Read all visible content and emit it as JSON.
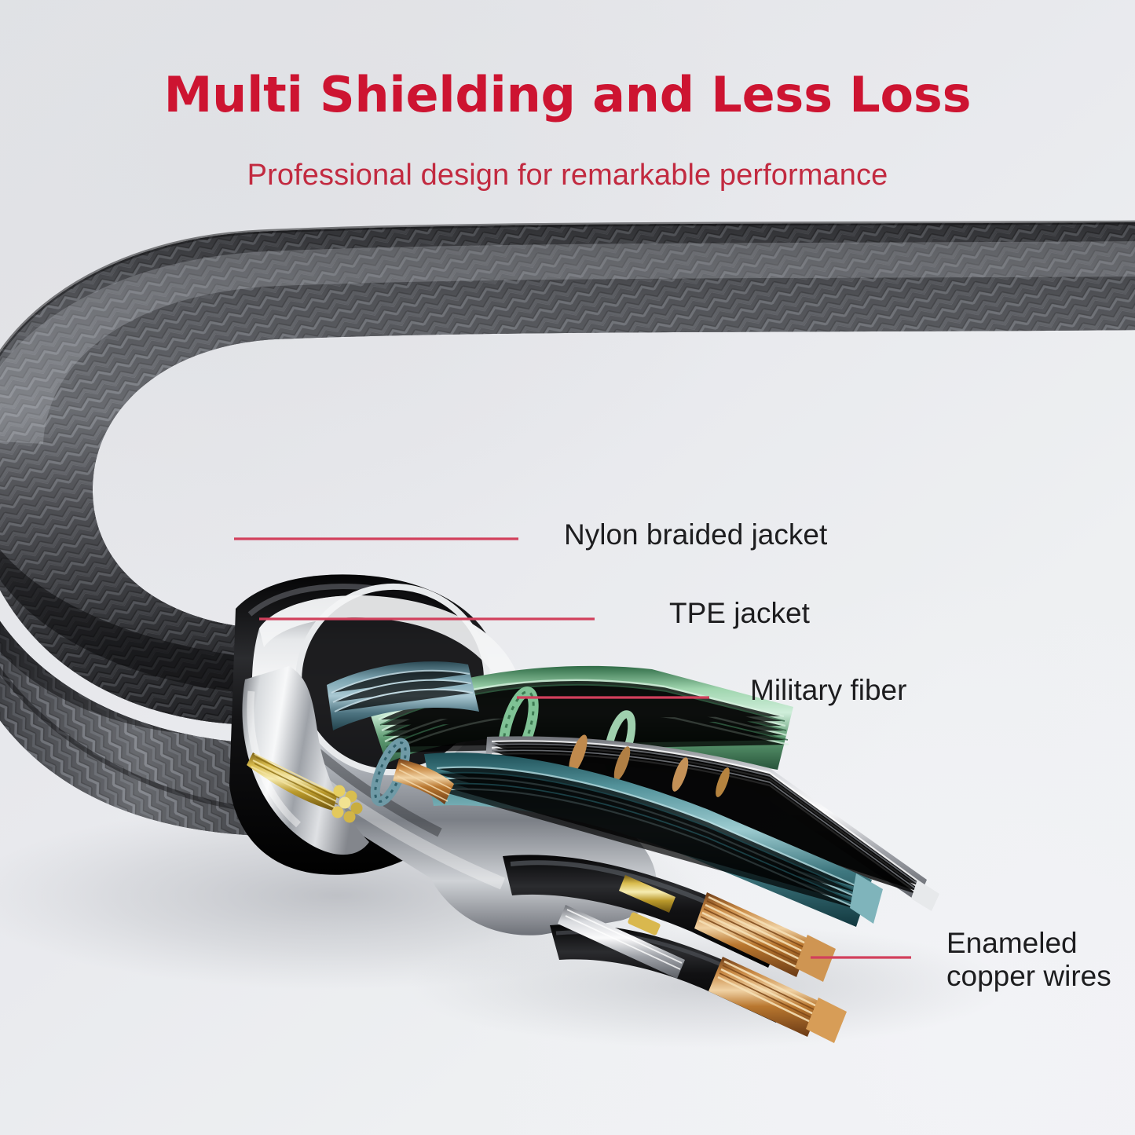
{
  "header": {
    "title": "Multi Shielding and Less Loss",
    "subtitle": "Professional design for remarkable performance",
    "title_color": "#cd1431",
    "subtitle_color": "#c22a40"
  },
  "callouts": [
    {
      "id": "nylon",
      "label": "Nylon braided jacket",
      "line_color": "#d2405c"
    },
    {
      "id": "tpe",
      "label": "TPE jacket",
      "line_color": "#d2405c"
    },
    {
      "id": "fiber",
      "label": "Military fiber",
      "line_color": "#d2405c"
    },
    {
      "id": "copper",
      "label": "Enameled\ncopper wires",
      "line_color": "#d2405c"
    }
  ],
  "product": {
    "name": "braided cable cutaway",
    "background_colors": [
      "#e1e2e5",
      "#e8e9ed",
      "#f0f1f4"
    ],
    "layers": [
      {
        "name": "nylon-braid-jacket",
        "color": "#3a3a3c"
      },
      {
        "name": "tpe-jacket",
        "color": "#0d0d0f"
      },
      {
        "name": "aluminum-foil-shield",
        "color": "#c9ccd1"
      },
      {
        "name": "military-fiber",
        "color": "#8fc9a3"
      },
      {
        "name": "teal-braid-shield",
        "color": "#3f7f86"
      },
      {
        "name": "gold-wire-bundle",
        "color": "#c9a227"
      },
      {
        "name": "enameled-copper-wire",
        "color": "#b5772e"
      },
      {
        "name": "tinned-silver-strand",
        "color": "#c6c9ce"
      }
    ]
  }
}
